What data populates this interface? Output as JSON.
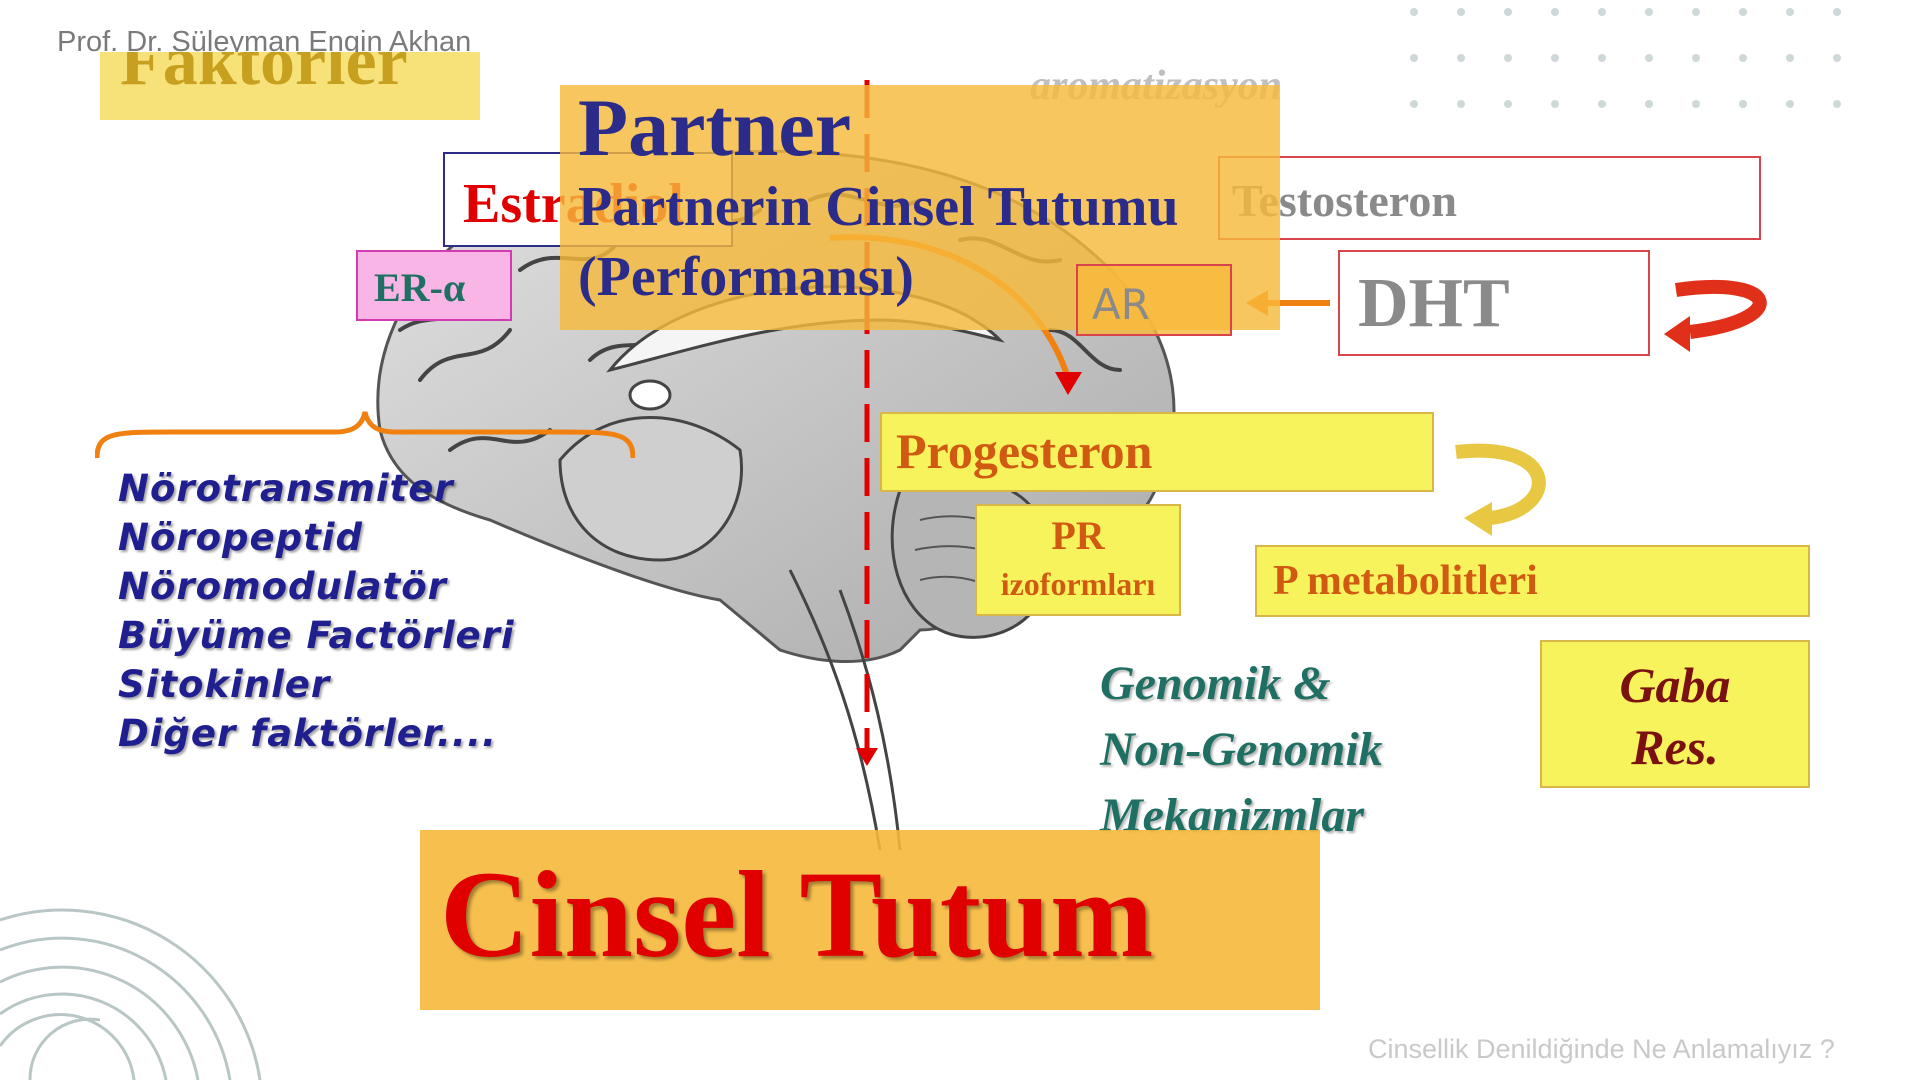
{
  "header": {
    "author": "Prof. Dr. Süleyman Engin Akhan"
  },
  "footer": {
    "slide_title": "Cinsellik Denildiğinde Ne Anlamalıyız ?"
  },
  "diagram": {
    "top_left_cropped": "Faktörler",
    "top_center_cropped": "aromatizasyon",
    "partner_title": "Partner",
    "partner_line1": "Partnerin Cinsel Tutumu",
    "partner_line2": "(Performansı)",
    "estradiol": "Estradiol",
    "er_alpha": "ER-α",
    "testosteron": "Testosteron",
    "ar": "AR",
    "dht": "DHT",
    "progesteron": "Progesteron",
    "pr_line1": "PR",
    "pr_line2": "izoformları",
    "p_metabolitleri": "P metabolitleri",
    "gaba_line1": "Gaba",
    "gaba_line2": "Res.",
    "genomik_line1": "Genomik &",
    "genomik_line2": "Non-Genomik",
    "genomik_line3": "Mekanizmlar",
    "factors": [
      "Nörotransmiter",
      "Nöropeptid",
      "Nöromodulatör",
      "Büyüme Factörleri",
      "Sitokinler",
      "Diğer faktörler...."
    ],
    "cinsel_tutum": "Cinsel Tutum"
  },
  "colors": {
    "yellow": "#f7f35c",
    "orange_overlay": "#f6b93b",
    "red": "#e00000",
    "navy": "#2b2b8a",
    "teal": "#1f6f63"
  }
}
